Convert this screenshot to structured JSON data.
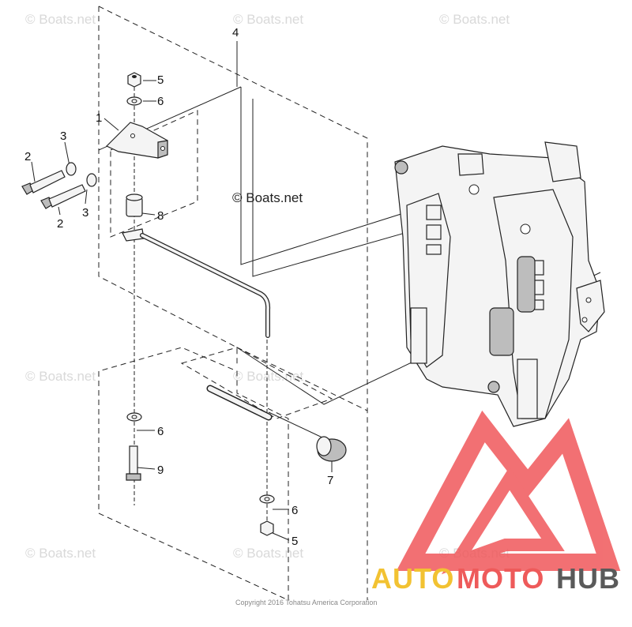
{
  "watermark": {
    "text": "© Boats.net",
    "center_text": "© Boats.net"
  },
  "parts": {
    "p1": "1",
    "p2a": "2",
    "p2b": "2",
    "p3a": "3",
    "p3b": "3",
    "p4": "4",
    "p5a": "5",
    "p5b": "5",
    "p6a": "6",
    "p6b": "6",
    "p6c": "6",
    "p7": "7",
    "p8": "8",
    "p9": "9"
  },
  "copyright": "Copyright 2016 Tohatsu America Corporation",
  "logo": {
    "part1": "AUTO",
    "part2": "MOTO",
    "part3": "HUB",
    "colors": {
      "auto": "#f2c232",
      "moto": "#ee5a5a",
      "hub": "#5a5a5a",
      "mark": "#f0585b"
    }
  }
}
